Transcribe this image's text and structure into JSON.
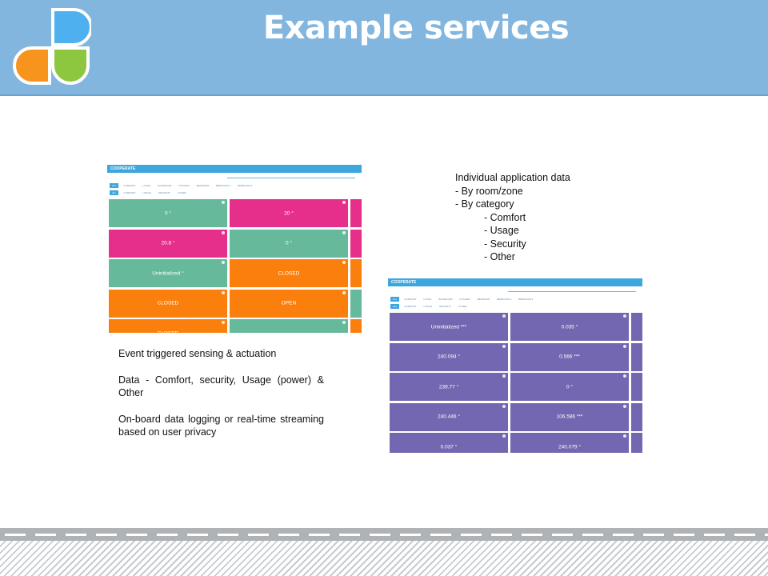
{
  "slide": {
    "title": "Example services"
  },
  "right_list": {
    "heading": "Individual application data",
    "items": [
      {
        "text": "-  By room/zone",
        "indent": false
      },
      {
        "text": "-  By category",
        "indent": false
      },
      {
        "text": "-  Comfort",
        "indent": true
      },
      {
        "text": "-  Usage",
        "indent": true
      },
      {
        "text": "-  Security",
        "indent": true
      },
      {
        "text": "-  Other",
        "indent": true
      }
    ]
  },
  "left_text": {
    "p1": "Event triggered sensing & actuation",
    "p2": "Data - Comfort, security, Usage (power) & Other",
    "p3": "On-board data logging or real-time streaming based on user privacy"
  },
  "screenshot1": {
    "app_name": "COOPERATE",
    "tabs": [
      "ALL",
      "COMFORT",
      "LIVING",
      "BATHROOM",
      "KITCHEN",
      "BEDROOM",
      "BEDROOM 2",
      "BEDROOM 3"
    ],
    "filters": [
      "ALL",
      "COMFORT",
      "USAGE",
      "SECURITY",
      "OTHER"
    ],
    "tiles": [
      {
        "value": "0 °",
        "color": "#66b99a"
      },
      {
        "value": "20 °",
        "color": "#e62f8a"
      },
      {
        "value": "",
        "color": "#e62f8a"
      },
      {
        "value": "20.8 °",
        "color": "#e62f8a"
      },
      {
        "value": "0 °",
        "color": "#66b99a"
      },
      {
        "value": "",
        "color": "#e62f8a"
      },
      {
        "value": "Uninitialized °",
        "color": "#66b99a"
      },
      {
        "value": "CLOSED",
        "color": "#fb7f0c"
      },
      {
        "value": "",
        "color": "#fb7f0c"
      },
      {
        "value": "CLOSED",
        "color": "#fb7f0c"
      },
      {
        "value": "OPEN",
        "color": "#fb7f0c"
      },
      {
        "value": "",
        "color": "#66b99a"
      },
      {
        "value": "CLOSED",
        "color": "#fb7f0c"
      },
      {
        "value": "",
        "color": "#66b99a"
      },
      {
        "value": "",
        "color": "#fb7f0c"
      }
    ]
  },
  "screenshot2": {
    "app_name": "COOPERATE",
    "tabs": [
      "ALL",
      "COMFORT",
      "LIVING",
      "BATHROOM",
      "KITCHEN",
      "BEDROOM",
      "BEDROOM 2",
      "BEDROOM 3"
    ],
    "filters": [
      "ALL",
      "COMFORT",
      "USAGE",
      "SECURITY",
      "OTHER"
    ],
    "tiles": [
      {
        "value": "Uninitialized ***",
        "color": "#7267b0"
      },
      {
        "value": "0.035 °",
        "color": "#7267b0"
      },
      {
        "value": "",
        "color": "#7267b0"
      },
      {
        "value": "240.094 °",
        "color": "#7267b0"
      },
      {
        "value": "0.566 ***",
        "color": "#7267b0"
      },
      {
        "value": "",
        "color": "#7267b0"
      },
      {
        "value": "239.77 °",
        "color": "#7267b0"
      },
      {
        "value": "0 °",
        "color": "#7267b0"
      },
      {
        "value": "",
        "color": "#7267b0"
      },
      {
        "value": "240.446 °",
        "color": "#7267b0"
      },
      {
        "value": "106.586 ***",
        "color": "#7267b0"
      },
      {
        "value": "",
        "color": "#7267b0"
      },
      {
        "value": "0.037 °",
        "color": "#7267b0"
      },
      {
        "value": "240.079 °",
        "color": "#7267b0"
      },
      {
        "value": "",
        "color": "#7267b0"
      }
    ]
  },
  "colors": {
    "header_bg": "#82b6df",
    "logo_blue": "#4fb0f0",
    "logo_orange": "#f7941d",
    "logo_green": "#8dc63f"
  }
}
